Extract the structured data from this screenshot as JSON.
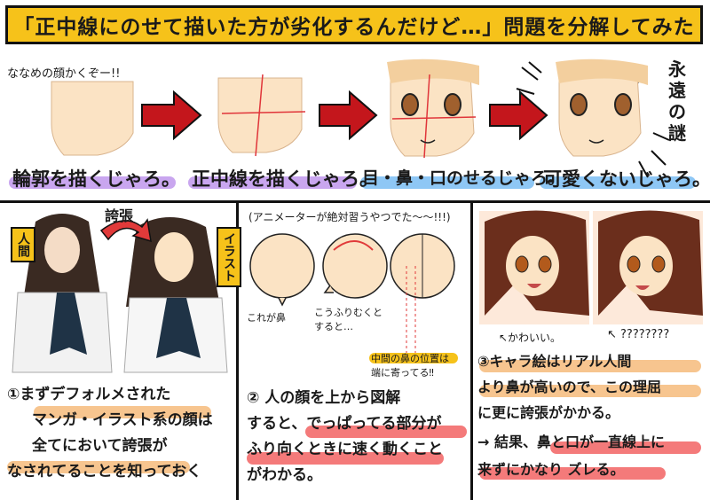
{
  "title": "「正中線にのせて描いた方が劣化するんだけど…」問題を分解してみた",
  "top_note": "ななめの顔かくぞー!!",
  "steps": [
    {
      "caption": "輪郭を描くじゃろ。",
      "color": "#c9a6ef"
    },
    {
      "caption": "正中線を描くじゃろ。",
      "color": "#c9a6ef"
    },
    {
      "caption": "目・鼻・口のせるじゃろ。",
      "color": "#8ec7f5"
    },
    {
      "caption": "可愛くないじゃろ。",
      "color": "#8ec7f5"
    }
  ],
  "mystery": "永遠の謎",
  "question": "?",
  "panel1": {
    "label_human": "人間",
    "label_illust": "イラスト",
    "exaggerate": "誇張",
    "lines": [
      "①まずデフォルメされた",
      "マンガ・イラスト系の顔は",
      "全てにおいて誇張が",
      "なされてることを知っておく"
    ]
  },
  "panel2": {
    "note": "(アニメーターが絶対習うやつでた〜〜!!!)",
    "nose_label": "これが鼻",
    "turn_label_1": "こうふりむくと",
    "turn_label_2": "すると…",
    "mid_label_1": "中間の鼻の位置は",
    "mid_label_2": "端に寄ってる‼",
    "lines": [
      "② 人の顔を上から図解",
      "すると、でっぱってる部分が",
      "ふり向くときに速く動くこと",
      "がわかる。"
    ]
  },
  "panel3": {
    "cute": "↖かわいい。",
    "question": "↖ ????????",
    "lines": [
      "③キャラ絵はリアル人間",
      "より鼻が高いので、この理屈",
      "に更に誇張がかかる。",
      "→ 結果、鼻と口が一直線上に",
      "来ずにかなり ズレる。"
    ]
  }
}
